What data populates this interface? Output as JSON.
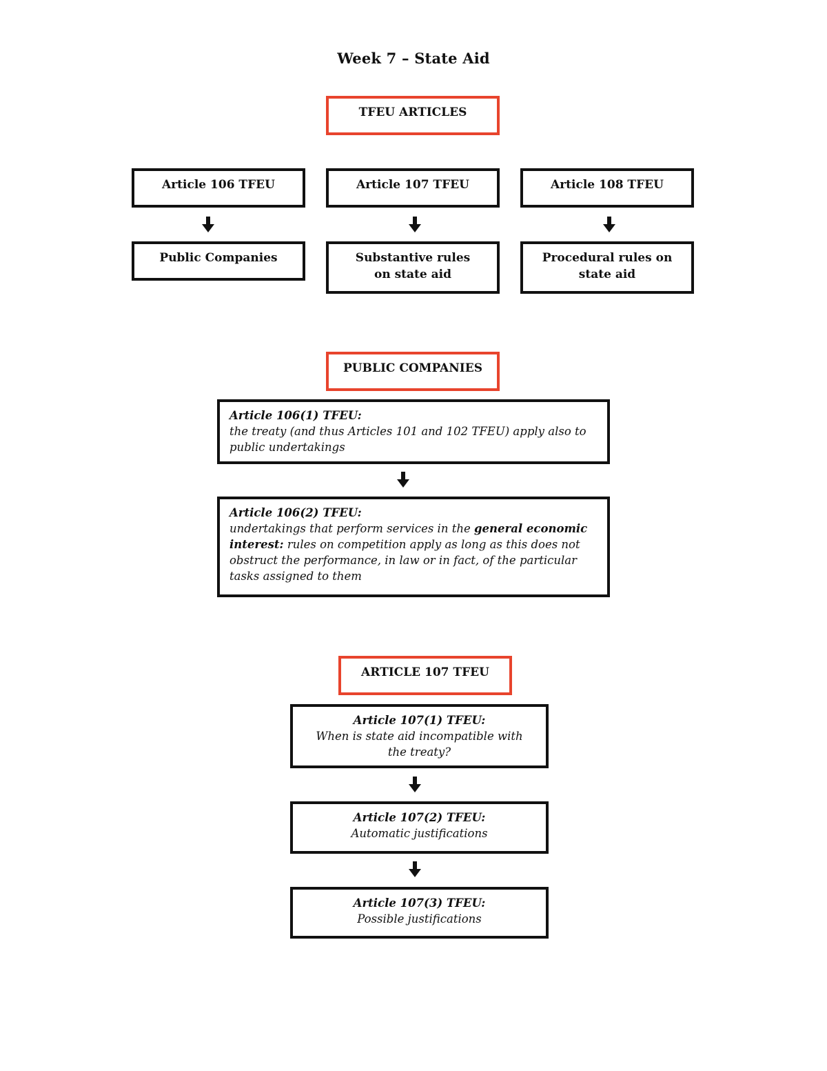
{
  "title": "Week 7 – State Aid",
  "section1": {
    "heading": "TFEU ARTICLES",
    "columns": [
      {
        "article": "Article 106 TFEU",
        "topic": "Public Companies"
      },
      {
        "article": "Article 107 TFEU",
        "topic": "Substantive rules on state aid"
      },
      {
        "article": "Article 108 TFEU",
        "topic": "Procedural rules on state aid"
      }
    ]
  },
  "section2": {
    "heading": "PUBLIC COMPANIES",
    "box1": {
      "head": "Article 106(1) TFEU:",
      "body": "the treaty (and thus Articles 101 and 102 TFEU) apply also to public undertakings"
    },
    "box2": {
      "head": "Article 106(2) TFEU:",
      "body_pre": "undertakings that perform services in the ",
      "body_em": "general economic interest:",
      "body_post": " rules on competition apply as long as this does not obstruct the performance, in law or in fact, of the particular tasks assigned to them"
    }
  },
  "section3": {
    "heading": "ARTICLE 107 TFEU",
    "box1": {
      "head": "Article 107(1) TFEU:",
      "body": "When is state aid incompatible with the treaty?"
    },
    "box2": {
      "head": "Article 107(2) TFEU:",
      "body": "Automatic justifications"
    },
    "box3": {
      "head": "Article 107(3) TFEU:",
      "body": "Possible justifications"
    }
  },
  "colors": {
    "heading_border": "#e8442d",
    "box_border": "#111111"
  },
  "icons": {
    "connector": "down-arrow-icon"
  }
}
